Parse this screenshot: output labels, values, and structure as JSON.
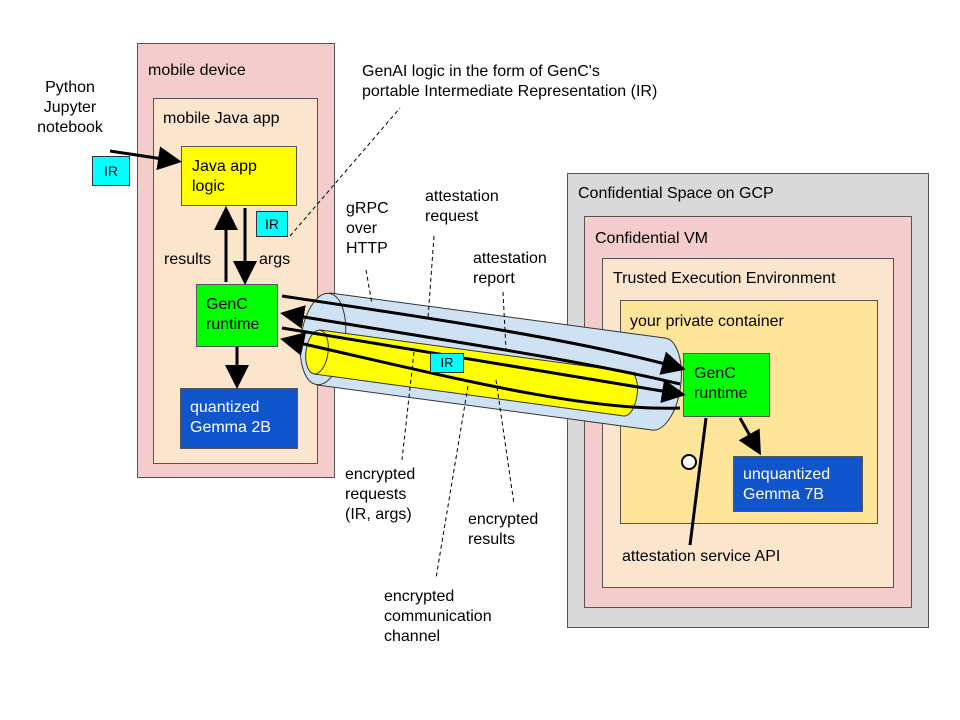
{
  "colors": {
    "mobile_device": "#f4cccc",
    "java_app": "#fce5cd",
    "app_logic": "#ffff00",
    "runtime": "#00ff00",
    "model": "#1155cc",
    "ir_tag": "#00ffff",
    "confidential_space": "#d9d9d9",
    "confidential_vm": "#f4cccc",
    "tee": "#fce5cd",
    "container": "#ffe599",
    "tube_outer": "#cfe2f3",
    "tube_inner": "#ffff00"
  },
  "labels": {
    "python_notebook": "Python\nJupyter\nnotebook",
    "ir": "IR",
    "genai_logic": "GenAI logic in the form of GenC's\nportable Intermediate Representation (IR)",
    "results": "results",
    "args": "args",
    "grpc": "gRPC\nover\nHTTP",
    "attestation_request": "attestation\nrequest",
    "attestation_report": "attestation\nreport",
    "encrypted_requests": "encrypted\nrequests\n(IR, args)",
    "encrypted_results": "encrypted\nresults",
    "encrypted_channel": "encrypted\ncommunication\nchannel",
    "attestation_api": "attestation service API"
  },
  "mobile": {
    "device_title": "mobile device",
    "app_title": "mobile Java app",
    "logic": "Java app\nlogic",
    "runtime": "GenC\nruntime",
    "model": "quantized\nGemma 2B"
  },
  "cloud": {
    "space_title": "Confidential Space on GCP",
    "vm_title": "Confidential VM",
    "tee_title": "Trusted Execution Environment",
    "container_title": "your private container",
    "runtime": "GenC\nruntime",
    "model": "unquantized\nGemma 7B"
  }
}
